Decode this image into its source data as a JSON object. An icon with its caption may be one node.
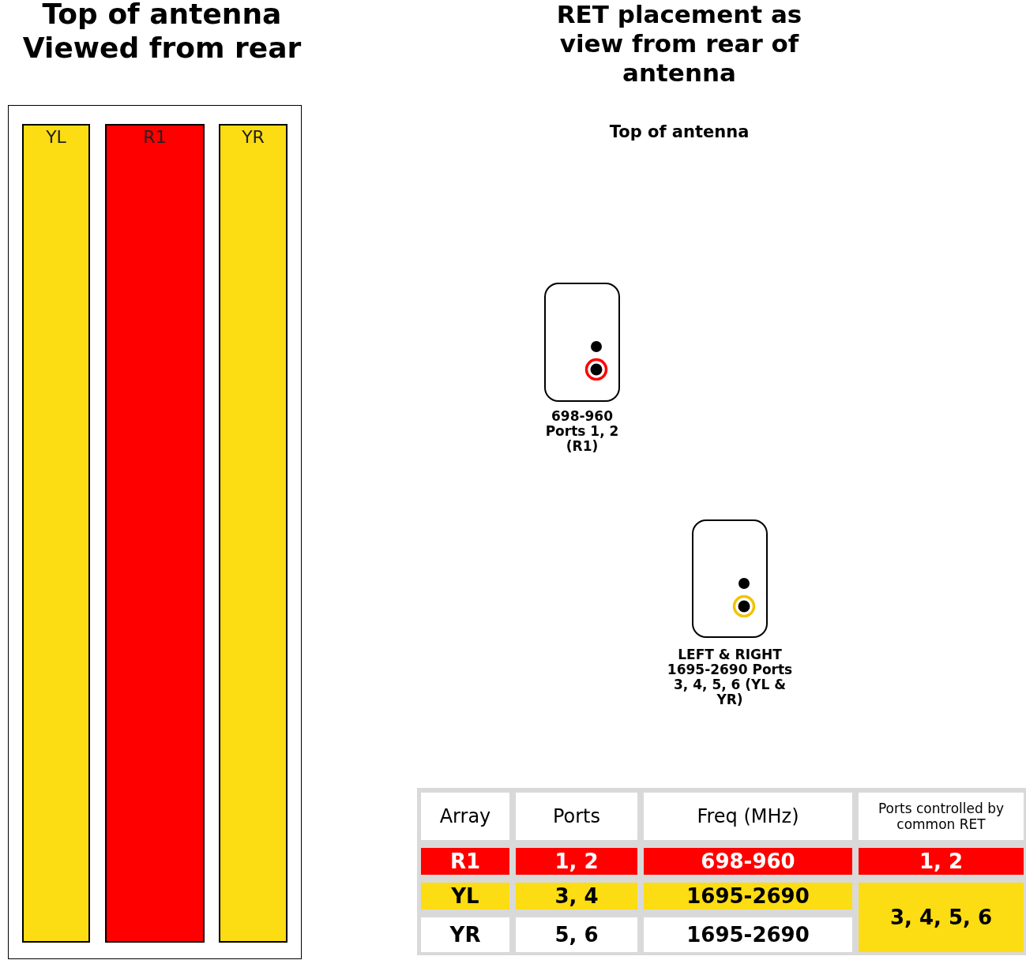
{
  "diagram": {
    "nodes": [
      {
        "text": [],
        "shape": "box"
      },
      {
        "text": [
          "YL"
        ],
        "in": 0
      },
      {
        "text": [
          "R1"
        ],
        "in": 0
      },
      {
        "text": [
          "YR"
        ],
        "in": 0
      },
      {
        "text": [],
        "shape": "box",
        "beside": [
          "698-960 Ports 1, 2 (R1)"
        ]
      },
      {
        "text": [],
        "shape": "box",
        "beside": [
          "LEFT & RIGHT 1695-2690 Ports 3, 4, 5, 6 (YL & YR)"
        ]
      }
    ],
    "edges": [],
    "labels": [
      "Top of antenna Viewed from rear",
      "RET placement as view from rear of antenna",
      "Top of antenna",
      "Array",
      "Ports",
      "Freq (MHz)",
      "Ports controlled by common RET",
      "R1",
      "1, 2",
      "698-960",
      "1, 2",
      "YL",
      "3, 4",
      "1695-2690",
      "3, 4, 5, 6",
      "YR",
      "5, 6",
      "1695-2690"
    ]
  }
}
